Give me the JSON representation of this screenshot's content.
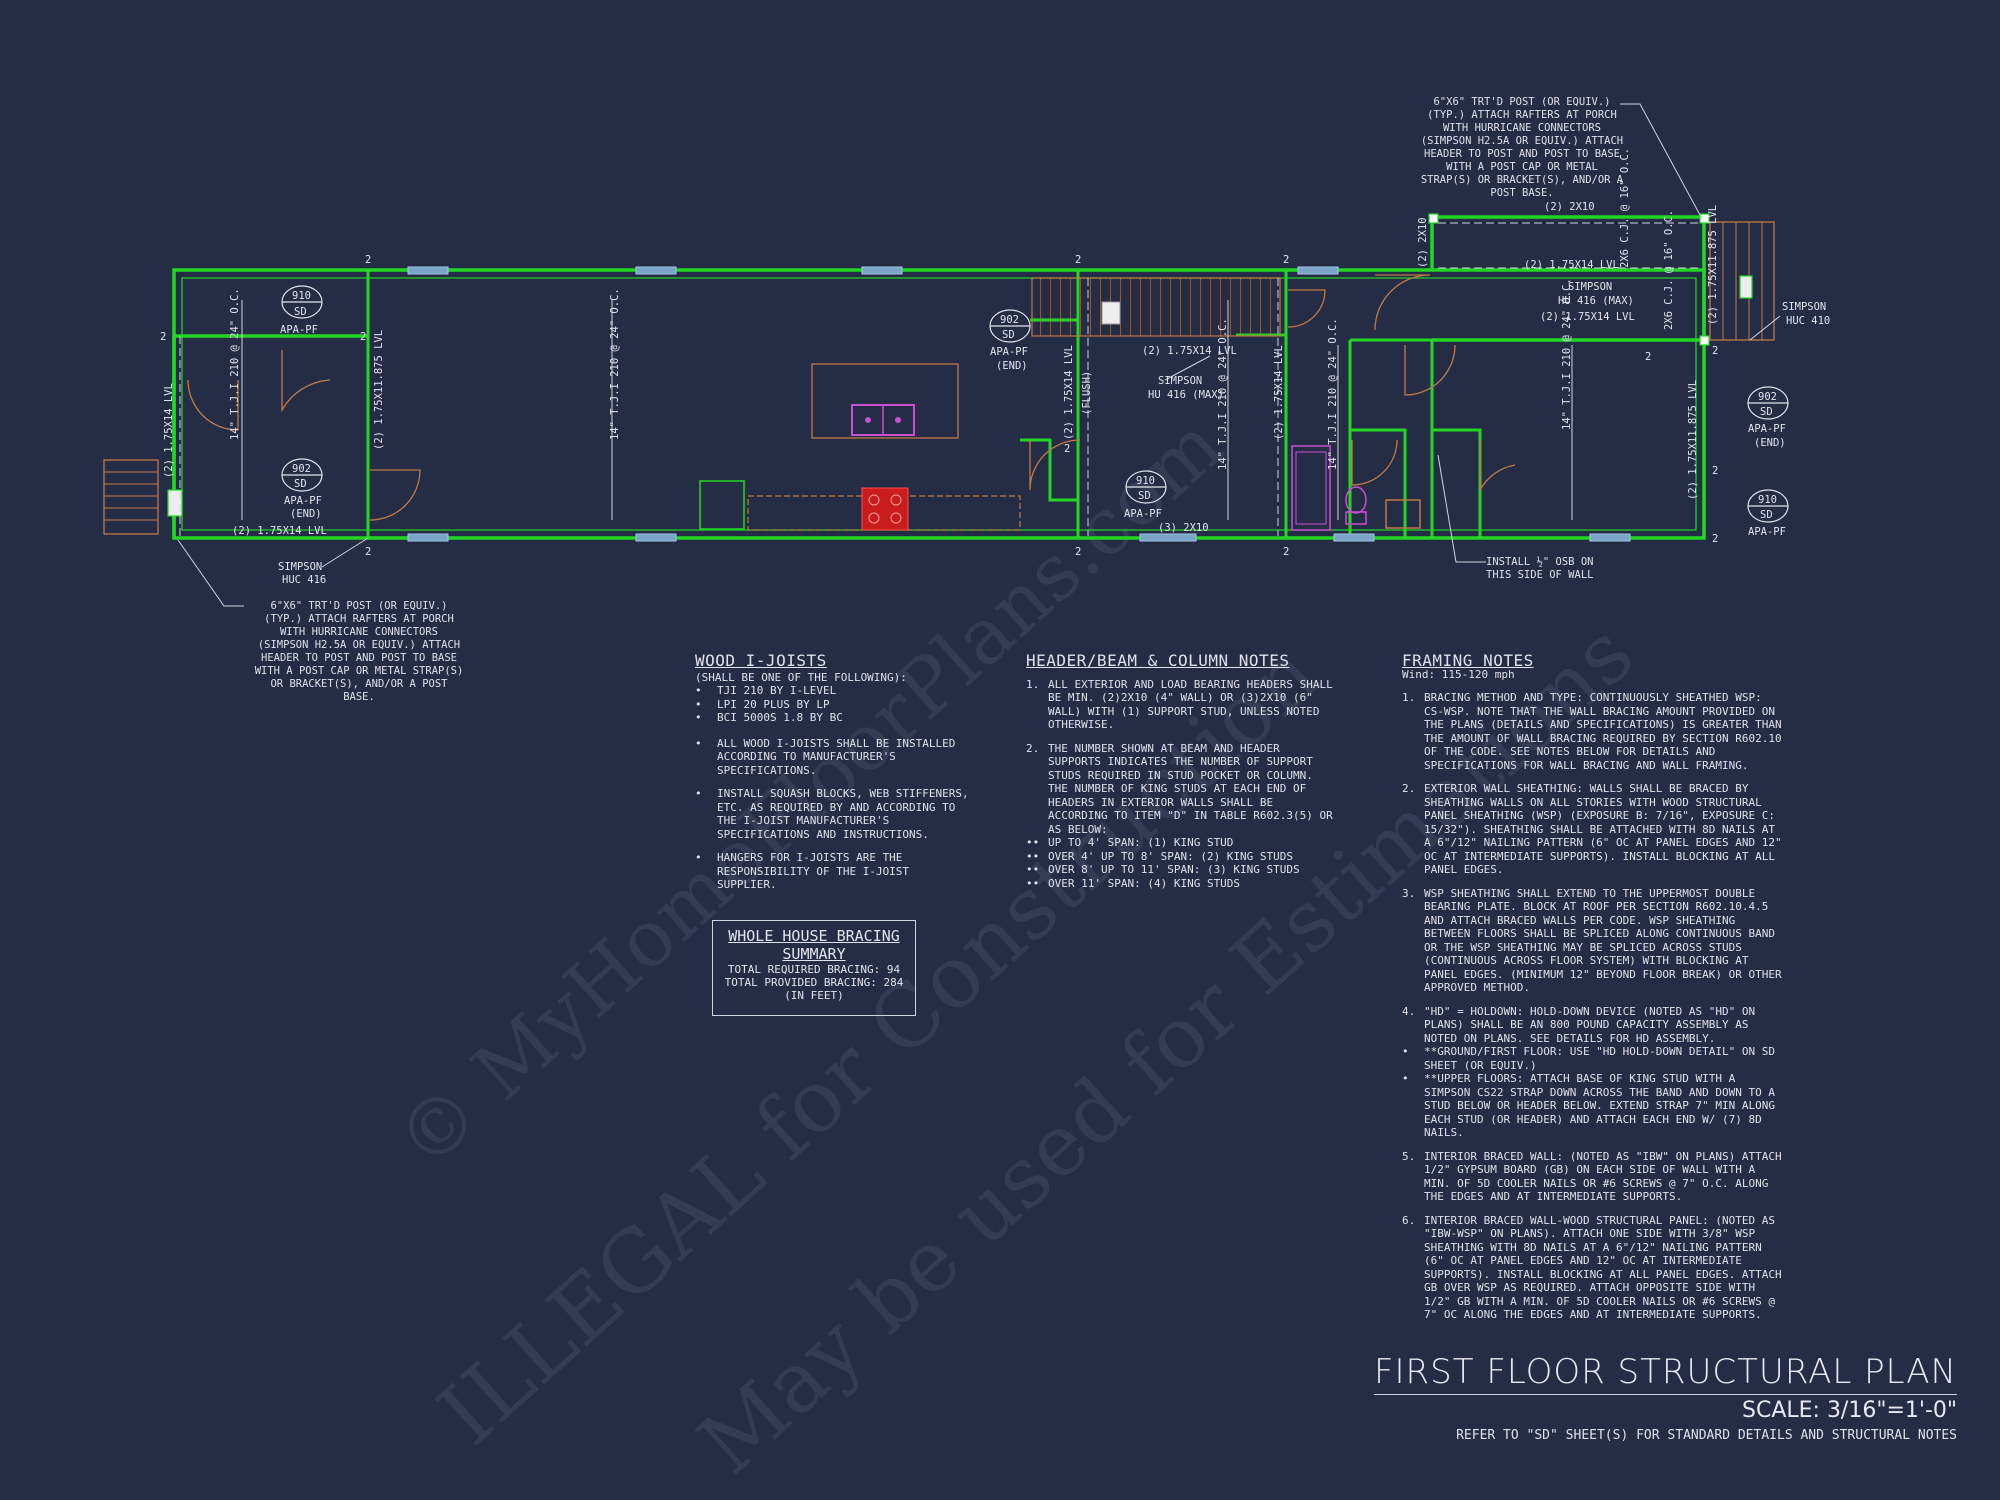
{
  "title": "FIRST FLOOR STRUCTURAL PLAN",
  "scale": "SCALE: 3/16\"=1'-0\"",
  "refer_note": "REFER TO \"SD\" SHEET(S) FOR STANDARD DETAILS AND STRUCTURAL NOTES",
  "watermarks": [
    "© MyHomeFloorPlans.com",
    "ILLEGAL for Construction",
    "May be used for Estimations"
  ],
  "colors": {
    "background": "#252c46",
    "wall": "#22d624",
    "stair": "#c07a44",
    "sink": "#c94fd0",
    "range": "#d62121"
  },
  "callouts": {
    "post_top": "6\"x6\" TRT'D POST (OR EQUIV.) (TYP.) ATTACH RAFTERS AT PORCH WITH HURRICANE CONNECTORS (SIMPSON H2.5A OR EQUIV.) ATTACH HEADER TO POST AND POST TO BASE WITH A POST CAP OR METAL STRAP(S) OR BRACKET(S), AND/OR A POST BASE.",
    "post_bottom": "6\"x6\" TRT'D POST (OR EQUIV.) (TYP.) ATTACH RAFTERS AT PORCH WITH HURRICANE CONNECTORS (SIMPSON H2.5A OR EQUIV.) ATTACH HEADER TO POST AND POST TO BASE WITH A POST CAP OR METAL STRAP(S) OR BRACKET(S), AND/OR A POST BASE.",
    "osb": "INSTALL ½\" OSB ON THIS SIDE OF WALL",
    "simpson_huc_left": "SIMPSON HUC 416",
    "simpson_huc_right": "SIMPSON HUC 410",
    "simpson_hu_center": "SIMPSON HU 416 (MAX)",
    "simpson_hu_right": "SIMPSON HU 416 (MAX)"
  },
  "plan_labels": {
    "lvl_1_75x14": "(2) 1.75x14 LVL",
    "lvl_1_75x11": "(2) 1.75x11.875 LVL",
    "tji_24": "14\" T.J.I 210 @ 24\" O.C.",
    "two_2x10": "(2) 2x10",
    "three_2x10": "(3) 2x10",
    "two_2x6": "2x6 C.J. @ 16\" O.C.",
    "flush": "(FLUSH)",
    "apa_pf": "APA-PF",
    "apa_pf_end": "APA-PF (END)",
    "sd": "SD",
    "detail_910": "910",
    "detail_902": "902",
    "studs": "2"
  },
  "wood_i_joists": {
    "heading": "WOOD I-JOISTS",
    "sub": "(SHALL BE ONE OF THE FOLLOWING):",
    "options": [
      "TJI 210 BY I-LEVEL",
      "LPI 20 PLUS BY LP",
      "BCI 5000s 1.8 BY BC"
    ],
    "items": [
      "ALL WOOD I-JOISTS SHALL BE INSTALLED ACCORDING TO MANUFACTURER'S SPECIFICATIONS.",
      "INSTALL SQUASH BLOCKS, WEB STIFFENERS, ETC. AS REQUIRED BY AND ACCORDING TO THE I-JOIST MANUFACTURER'S SPECIFICATIONS AND INSTRUCTIONS.",
      "HANGERS FOR I-JOISTS ARE THE RESPONSIBILITY OF THE I-JOIST SUPPLIER."
    ]
  },
  "header_notes": {
    "heading": "HEADER/BEAM & COLUMN NOTES",
    "items": [
      "ALL EXTERIOR AND LOAD BEARING HEADERS SHALL BE MIN. (2)2x10 (4\" WALL) OR (3)2x10 (6\" WALL) WITH (1) SUPPORT STUD, UNLESS NOTED OTHERWISE.",
      "THE NUMBER SHOWN AT BEAM AND HEADER SUPPORTS INDICATES THE NUMBER OF SUPPORT STUDS REQUIRED IN STUD POCKET OR COLUMN. THE NUMBER OF KING STUDS AT EACH END OF HEADERS IN EXTERIOR WALLS SHALL BE ACCORDING TO ITEM \"d\" IN TABLE R602.3(5) OR AS BELOW:"
    ],
    "spans": [
      "UP TO 4' SPAN: (1) KING STUD",
      "OVER 4' UP TO 8' SPAN: (2) KING STUDS",
      "OVER 8' UP TO 11' SPAN: (3) KING STUDS",
      "OVER 11' SPAN: (4) KING STUDS"
    ]
  },
  "framing_notes": {
    "heading": "FRAMING NOTES",
    "wind": "Wind: 115-120 mph",
    "items": [
      "BRACING METHOD AND TYPE: CONTINUOUSLY SHEATHED WSP: CS-WSP. NOTE THAT THE WALL BRACING AMOUNT PROVIDED ON THE PLANS (DETAILS AND SPECIFICATIONS) IS GREATER THAN THE AMOUNT OF WALL BRACING REQUIRED BY SECTION R602.10 OF THE CODE. SEE NOTES BELOW FOR DETAILS AND SPECIFICATIONS FOR WALL BRACING AND WALL FRAMING.",
      "EXTERIOR WALL SHEATHING: WALLS SHALL BE BRACED BY SHEATHING WALLS ON ALL STORIES WITH WOOD STRUCTURAL PANEL SHEATHING (WSP) (EXPOSURE B: 7/16\", EXPOSURE C: 15/32\"). SHEATHING SHALL BE ATTACHED WITH 8d NAILS AT A 6\"/12\" NAILING PATTERN (6\" OC AT PANEL EDGES AND 12\" OC AT INTERMEDIATE SUPPORTS). INSTALL BLOCKING AT ALL PANEL EDGES.",
      "WSP SHEATHING SHALL EXTEND TO THE UPPERMOST DOUBLE BEARING PLATE. BLOCK AT ROOF PER SECTION R602.10.4.5 AND ATTACH BRACED WALLS PER CODE. WSP SHEATHING BETWEEN FLOORS SHALL BE SPLICED ALONG CONTINUOUS BAND OR THE WSP SHEATHING MAY BE SPLICED ACROSS STUDS (CONTINUOUS ACROSS FLOOR SYSTEM) WITH BLOCKING AT PANEL EDGES. (MINIMUM 12\" BEYOND FLOOR BREAK) OR OTHER APPROVED METHOD.",
      "\"HD\" = HOLDOWN: HOLD-DOWN DEVICE (NOTED AS \"HD\" ON PLANS) SHALL BE AN 800 POUND CAPACITY ASSEMBLY AS NOTED ON PLANS. SEE DETAILS FOR HD ASSEMBLY.",
      "INTERIOR BRACED WALL: (NOTED AS \"IBW\" ON PLANS) ATTACH 1/2\" GYPSUM BOARD (GB) ON EACH SIDE OF WALL WITH A MIN. OF 5d COOLER NAILS OR #6 SCREWS @ 7\" O.C. ALONG THE EDGES AND AT INTERMEDIATE SUPPORTS.",
      "INTERIOR BRACED WALL-WOOD STRUCTURAL PANEL: (NOTED AS \"IBW-WSP\" ON PLANS). ATTACH ONE SIDE WITH 3/8\" WSP SHEATHING WITH 8d NAILS AT A 6\"/12\" NAILING PATTERN (6\" OC AT PANEL EDGES AND 12\" OC AT INTERMEDIATE SUPPORTS). INSTALL BLOCKING AT ALL PANEL EDGES. ATTACH GB OVER WSP AS REQUIRED. ATTACH OPPOSITE SIDE WITH 1/2\" GB WITH A MIN. OF 5d COOLER NAILS OR #6 SCREWS @ 7\" OC ALONG THE EDGES AND AT INTERMEDIATE SUPPORTS."
    ],
    "hd_bullets": [
      "**GROUND/FIRST FLOOR: USE \"HD HOLD-DOWN DETAIL\" ON SD SHEET (OR EQUIV.)",
      "**UPPER FLOORS: ATTACH BASE OF KING STUD WITH A SIMPSON CS22 STRAP DOWN ACROSS THE BAND AND DOWN TO A STUD BELOW OR HEADER BELOW. EXTEND STRAP 7\" MIN ALONG EACH STUD (OR HEADER) AND ATTACH EACH END W/ (7) 8d NAILS."
    ]
  },
  "bracing_summary": {
    "title": "WHOLE HOUSE BRACING SUMMARY",
    "required": "TOTAL REQUIRED BRACING: 94",
    "provided": "TOTAL PROVIDED BRACING: 284",
    "unit": "(IN FEET)"
  }
}
